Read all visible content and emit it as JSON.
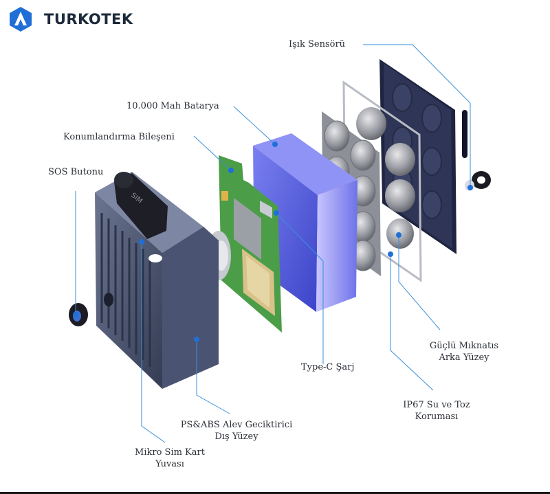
{
  "brand": {
    "name": "TURKOTEK",
    "accent": "#1f6fd6",
    "logo_icon": "turkotek-hexagon-logo"
  },
  "labels": {
    "light_sensor": "Işık Sensörü",
    "battery": "10.000 Mah Batarya",
    "positioning": "Konumlandırma Bileşeni",
    "sos": "SOS Butonu",
    "typec": "Type-C Şarj",
    "magnet_line1": "Güçlü Mıknatıs",
    "magnet_line2": "Arka Yüzey",
    "ip67_line1": "IP67 Su ve Toz",
    "ip67_line2": "Koruması",
    "psabs_line1": "PS&ABS Alev Geciktirici",
    "psabs_line2": "Dış Yüzey",
    "sim_line1": "Mikro Sim Kart",
    "sim_line2": "Yuvası"
  },
  "cover_text": "SIM",
  "colors": {
    "leader": "#3a8fd9",
    "dot": "#1f6fd6",
    "housing": "#4a5470",
    "battery": "#5a63e0",
    "back_panel": "#2b3150",
    "pcb": "#4e9a4a"
  }
}
